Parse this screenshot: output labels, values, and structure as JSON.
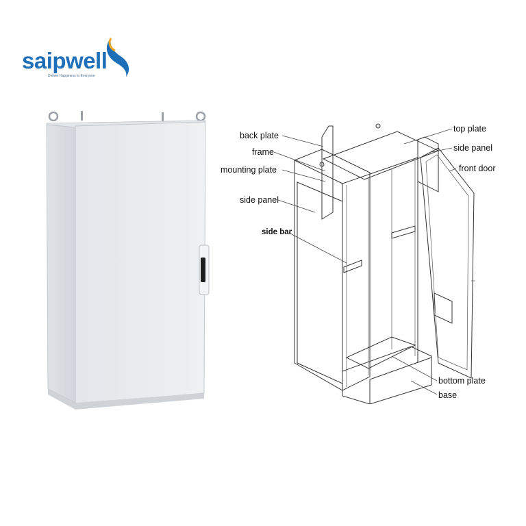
{
  "brand": {
    "name": "saipwell",
    "tagline": "Deliver Happiness to Everyone",
    "color": "#1f6fb8"
  },
  "diagram": {
    "labels": {
      "back_plate": "back plate",
      "frame": "frame",
      "mounting_plate": "mounting plate",
      "side_panel_left": "side panel",
      "side_bar": "side bar",
      "top_plate": "top plate",
      "side_panel_right": "side panel",
      "front_door": "front door",
      "bottom_plate": "bottom plate",
      "base": "base"
    }
  }
}
